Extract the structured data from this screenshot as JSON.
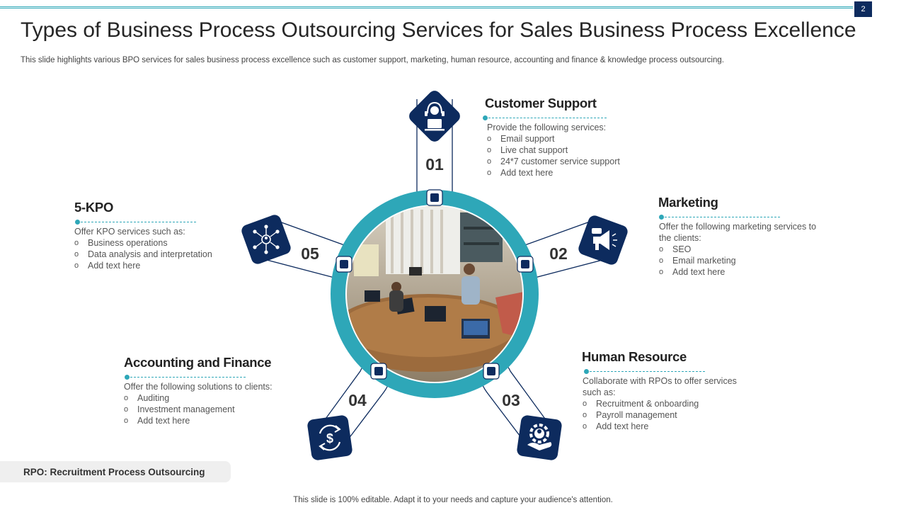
{
  "header": {
    "title": "Types of Business Process Outsourcing Services for Sales Business Process Excellence",
    "subtitle": "This slide highlights various BPO services for sales business process excellence such as customer support, marketing, human resource, accounting and finance & knowledge process outsourcing.",
    "page_number": "2"
  },
  "colors": {
    "navy": "#0d2b5e",
    "teal": "#2ea7b8",
    "text": "#333333"
  },
  "diagram": {
    "center_image": "photo of business meeting with laptops",
    "steps": [
      {
        "number": "01",
        "icon": "customer-support-agent-icon"
      },
      {
        "number": "02",
        "icon": "megaphone-icon"
      },
      {
        "number": "03",
        "icon": "gear-person-icon"
      },
      {
        "number": "04",
        "icon": "dollar-cycle-icon"
      },
      {
        "number": "05",
        "icon": "network-person-icon"
      }
    ]
  },
  "blocks": {
    "customer_support": {
      "title": "Customer Support",
      "intro": "Provide the following services:",
      "items": [
        "Email support",
        "Live chat support",
        "24*7 customer service support",
        "Add text here"
      ]
    },
    "marketing": {
      "title": "Marketing",
      "intro": "Offer the following marketing services to the clients:",
      "items": [
        "SEO",
        "Email marketing",
        "Add text here"
      ]
    },
    "human_resource": {
      "title": "Human Resource",
      "intro": "Collaborate with RPOs to offer services such as:",
      "items": [
        "Recruitment & onboarding",
        "Payroll management",
        "Add text here"
      ]
    },
    "accounting": {
      "title": "Accounting and Finance",
      "intro": "Offer the following solutions to clients:",
      "items": [
        "Auditing",
        "Investment management",
        "Add text here"
      ]
    },
    "kpo": {
      "title": "5-KPO",
      "intro": "Offer KPO services such as:",
      "items": [
        "Business operations",
        "Data analysis and interpretation",
        "Add text here"
      ]
    }
  },
  "note": "RPO: Recruitment Process Outsourcing",
  "footer": "This slide is 100% editable. Adapt it to your needs and capture your audience's attention."
}
